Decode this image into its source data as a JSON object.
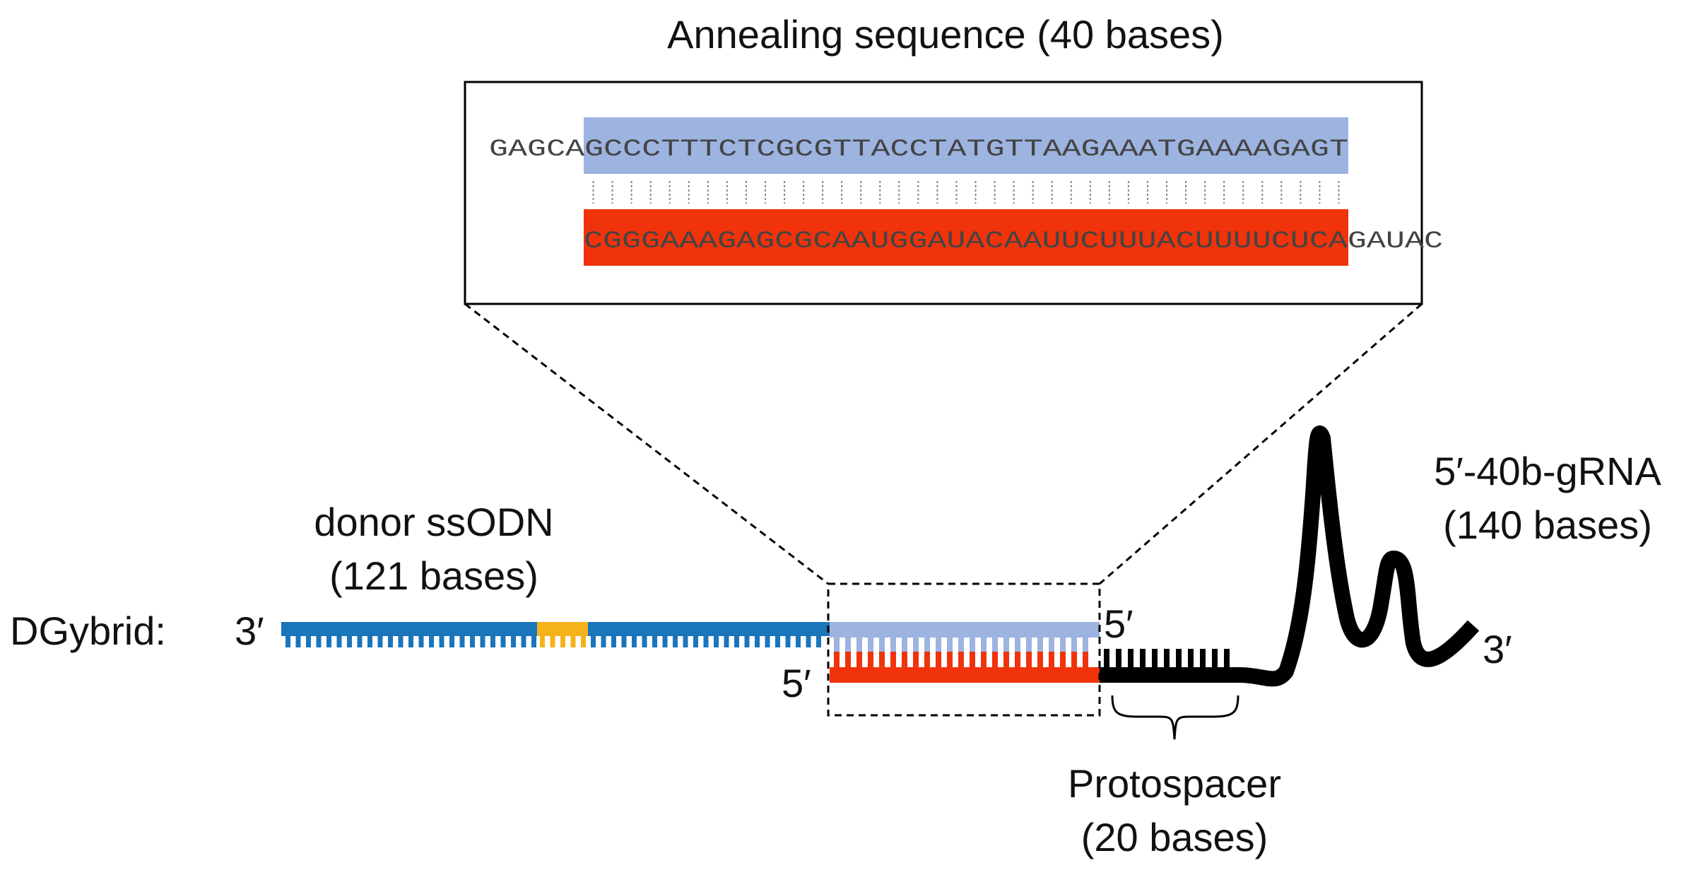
{
  "title": "Annealing sequence (40 bases)",
  "inset": {
    "top_flank": "GAGCA",
    "top_highlight": "GCCCTTTCTCGCGTTACCTATGTTAAGAAATGAAAAGAGT",
    "bottom_highlight": "CGGGAAAGAGCGCAAUGGAUACAAUUCUUUACUUUUCUCA",
    "bottom_flank": "GAUAC",
    "pair_count": 40
  },
  "labels": {
    "construct": "DGybrid:",
    "donor_name": "donor ssODN",
    "donor_length": "(121 bases)",
    "grna_name": "5′-40b-gRNA",
    "grna_length": "(140 bases)",
    "protospacer_name": "Protospacer",
    "protospacer_length": "(20 bases)",
    "donor_3prime": "3′",
    "donor_5prime": "5′",
    "grna_5prime": "5′",
    "grna_3prime": "3′"
  },
  "colors": {
    "donor": "#1b75bb",
    "mismatch": "#f5b21a",
    "anneal_light": "#9db3e0",
    "grna_red": "#f0330a",
    "grna_body": "#000000",
    "inset_text": "#444444"
  }
}
